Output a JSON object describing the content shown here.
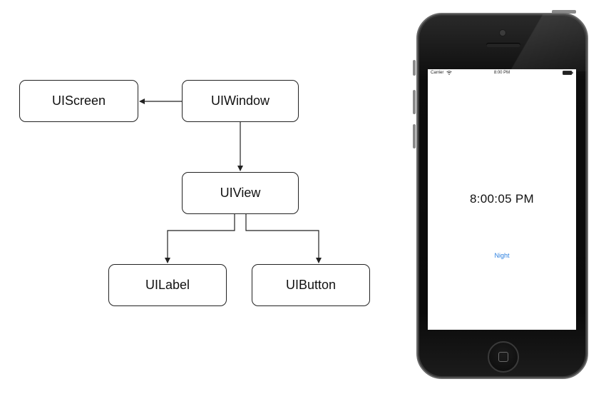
{
  "diagram": {
    "nodes": {
      "uiscreen": "UIScreen",
      "uiwindow": "UIWindow",
      "uiview": "UIView",
      "uilabel": "UILabel",
      "uibutton": "UIButton"
    }
  },
  "phone": {
    "status_bar": {
      "carrier": "Carrier",
      "time": "8:00 PM",
      "wifi_icon": "wifi-icon",
      "battery_icon": "battery-icon"
    },
    "clock_label": "8:00:05 PM",
    "night_button_label": "Night",
    "colors": {
      "button_tint": "#2b7fe0",
      "bezel": "#0a0a0a"
    }
  }
}
